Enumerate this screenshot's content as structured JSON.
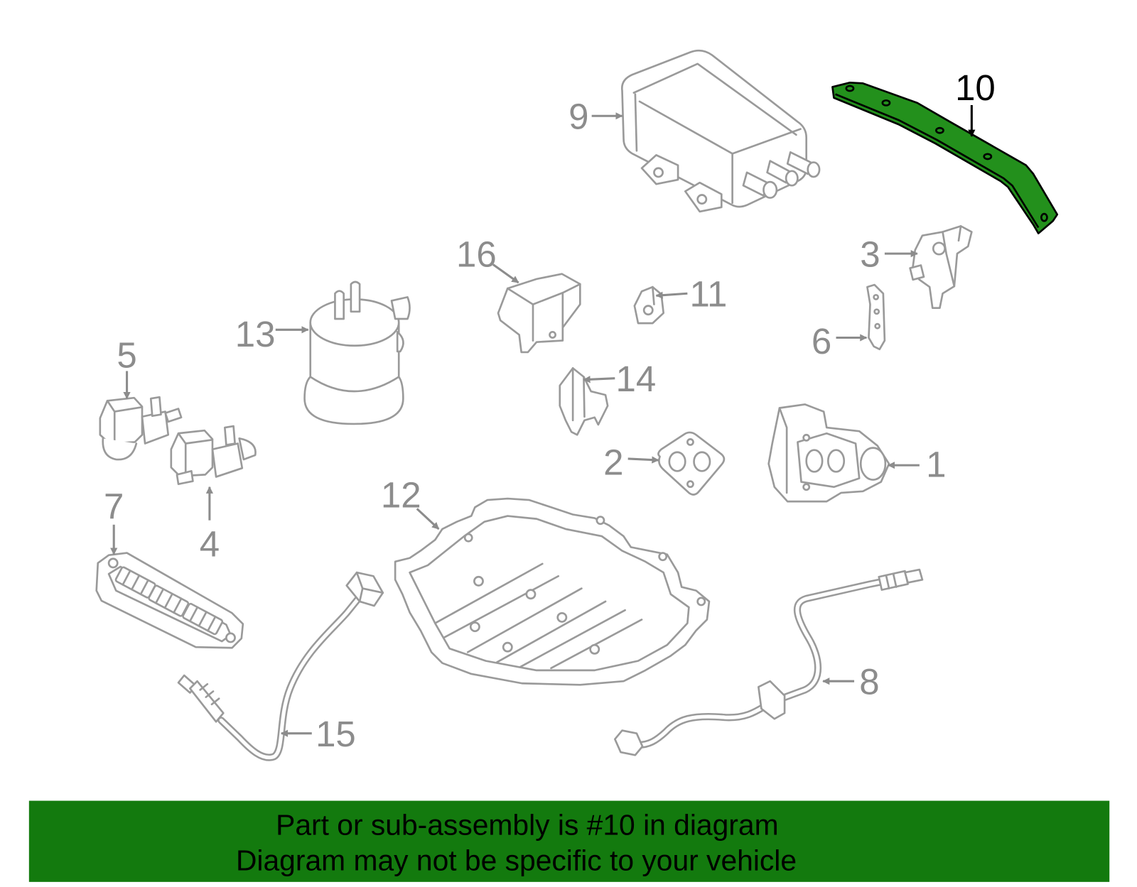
{
  "diagram": {
    "highlighted_part": "10",
    "callouts": [
      "1",
      "2",
      "3",
      "4",
      "5",
      "6",
      "7",
      "8",
      "9",
      "10",
      "11",
      "12",
      "13",
      "14",
      "15",
      "16"
    ]
  },
  "banner": {
    "line1": "Part or sub-assembly is #10 in diagram",
    "line2": "Diagram may not be specific to your vehicle"
  },
  "colors": {
    "highlight_fill": "#23901c",
    "banner_fill": "#137a0e",
    "line_gray": "#9a9a9a",
    "label_gray": "#8c8c8c",
    "highlight_label": "#000000"
  }
}
